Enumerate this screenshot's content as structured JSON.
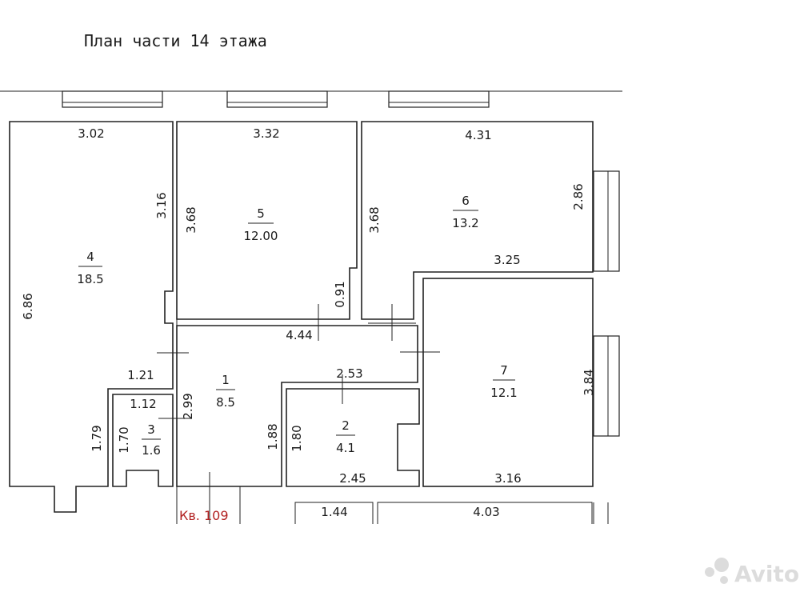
{
  "title": "План части 14 этажа",
  "apartment_label": "Кв. 109",
  "watermark": "Avito",
  "rooms": [
    {
      "number": "4",
      "area": "18.5"
    },
    {
      "number": "5",
      "area": "12.00"
    },
    {
      "number": "6",
      "area": "13.2"
    },
    {
      "number": "1",
      "area": "8.5"
    },
    {
      "number": "2",
      "area": "4.1"
    },
    {
      "number": "3",
      "area": "1.6"
    },
    {
      "number": "7",
      "area": "12.1"
    }
  ],
  "dimensions": [
    "3.02",
    "3.32",
    "4.31",
    "3.16",
    "3.68",
    "3.68",
    "2.86",
    "6.86",
    "3.25",
    "0.91",
    "4.44",
    "1.21",
    "2.53",
    "1.12",
    "2.99",
    "1.79",
    "1.70",
    "1.88",
    "1.80",
    "3.84",
    "2.45",
    "3.16",
    "1.44",
    "4.03"
  ]
}
